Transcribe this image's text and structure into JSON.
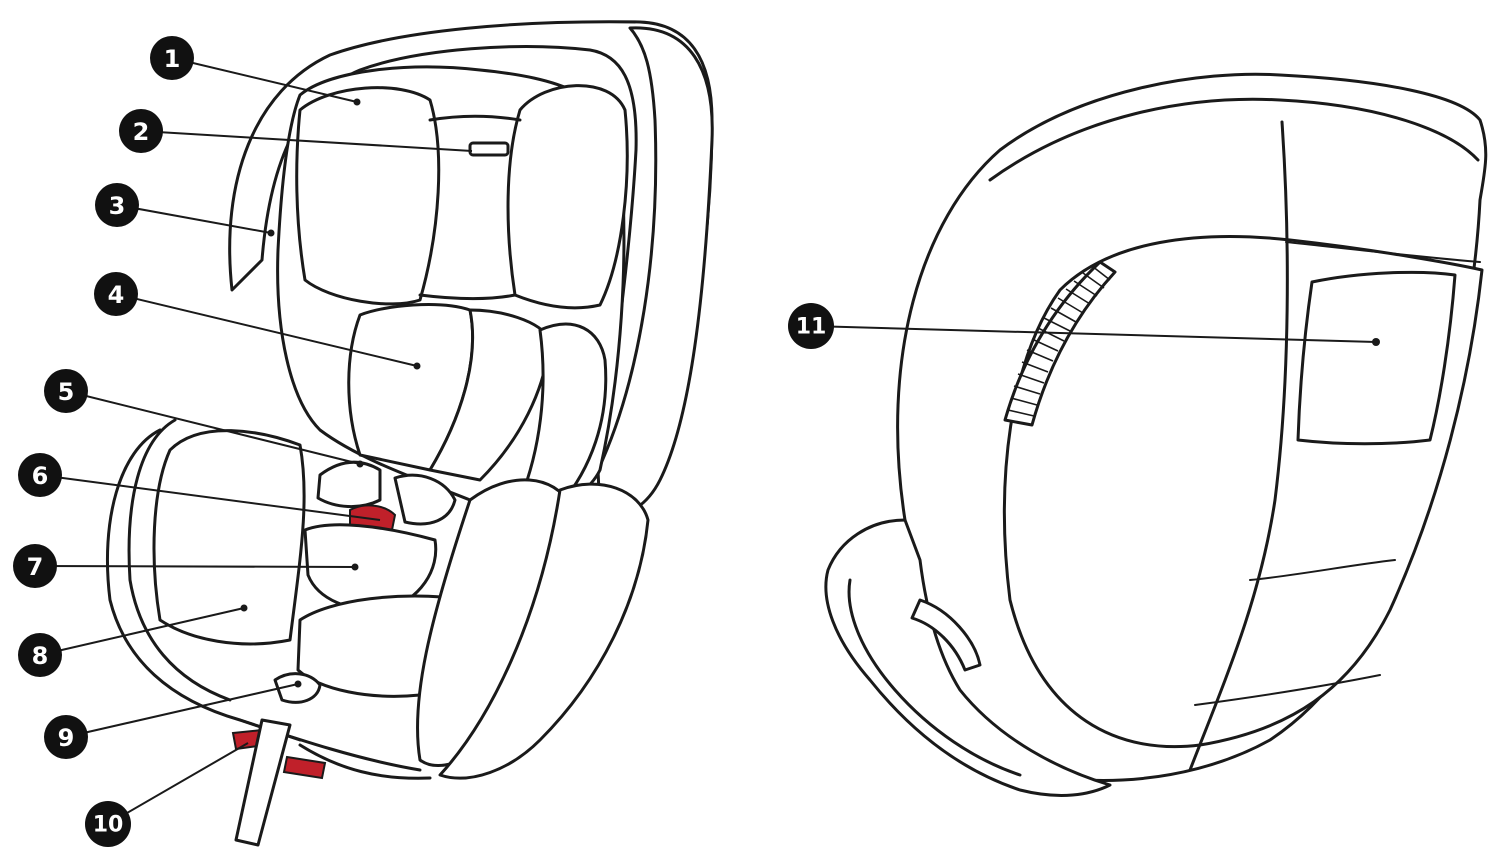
{
  "accent_color": "#c0202a",
  "line_color": "#1a1a1a",
  "badge_color": "#111111",
  "callouts": [
    {
      "number": "1"
    },
    {
      "number": "2"
    },
    {
      "number": "3"
    },
    {
      "number": "4"
    },
    {
      "number": "5"
    },
    {
      "number": "6"
    },
    {
      "number": "7"
    },
    {
      "number": "8"
    },
    {
      "number": "9"
    },
    {
      "number": "10"
    },
    {
      "number": "11"
    }
  ]
}
